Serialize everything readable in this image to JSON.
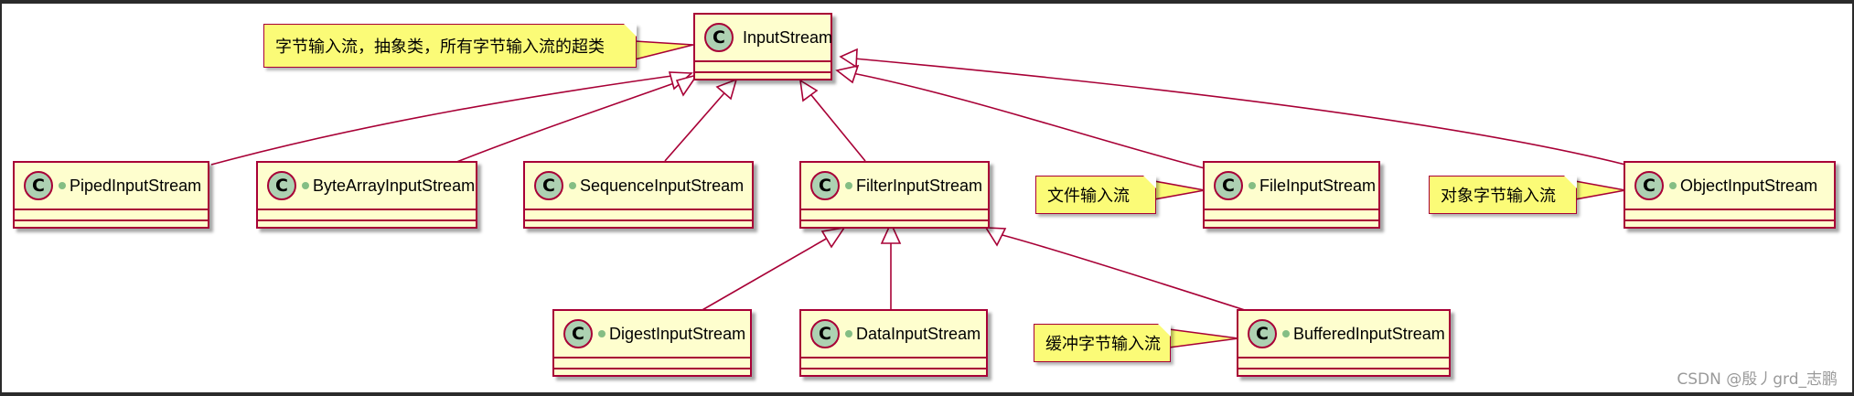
{
  "classes": {
    "input_stream": "InputStream",
    "piped": "PipedInputStream",
    "byte_array": "ByteArrayInputStream",
    "sequence": "SequenceInputStream",
    "filter": "FilterInputStream",
    "file": "FileInputStream",
    "object": "ObjectInputStream",
    "digest": "DigestInputStream",
    "data": "DataInputStream",
    "buffered": "BufferedInputStream"
  },
  "stereotype_letter": "C",
  "notes": {
    "input_stream": "字节输入流，抽象类，所有字节输入流的超类",
    "file": "文件输入流",
    "object": "对象字节输入流",
    "buffered": "缓冲字节输入流"
  },
  "watermark": "CSDN @殷丿grd_志鹏",
  "colors": {
    "class_fill": "#fefece",
    "class_border": "#a80036",
    "badge_fill": "#add1b2",
    "visibility_dot": "#84be84",
    "note_fill": "#fbfb77",
    "background": "#ffffff"
  }
}
